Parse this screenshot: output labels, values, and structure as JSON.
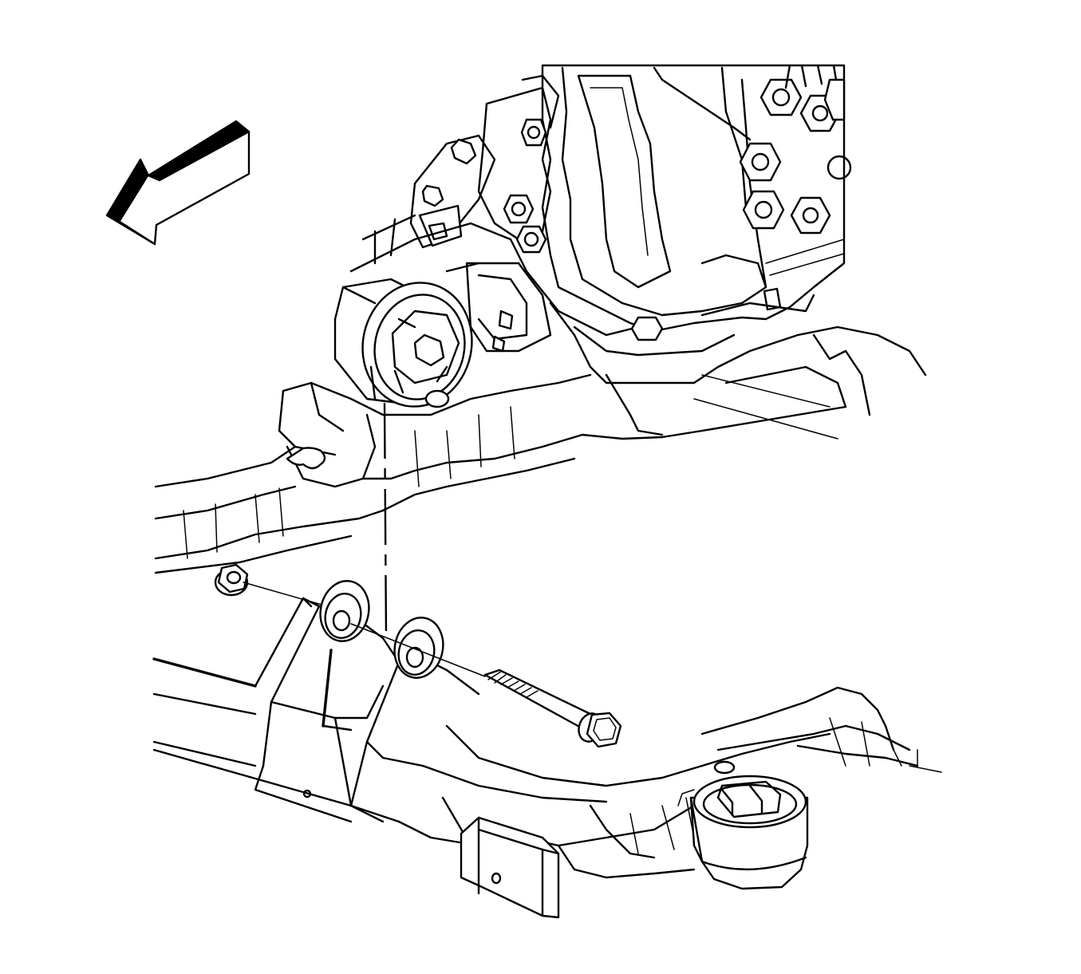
{
  "figure": {
    "components": [
      {
        "name": "direction-arrow",
        "icon": "arrow-left-down-icon"
      },
      {
        "name": "transmission-case"
      },
      {
        "name": "transmission-mount-bracket"
      },
      {
        "name": "transmission-mount"
      },
      {
        "name": "engine-frame"
      },
      {
        "name": "mount-bolt"
      },
      {
        "name": "mount-nut"
      },
      {
        "name": "frame-bushing"
      }
    ],
    "colors": {
      "line": "#000000",
      "background": "#ffffff"
    }
  }
}
